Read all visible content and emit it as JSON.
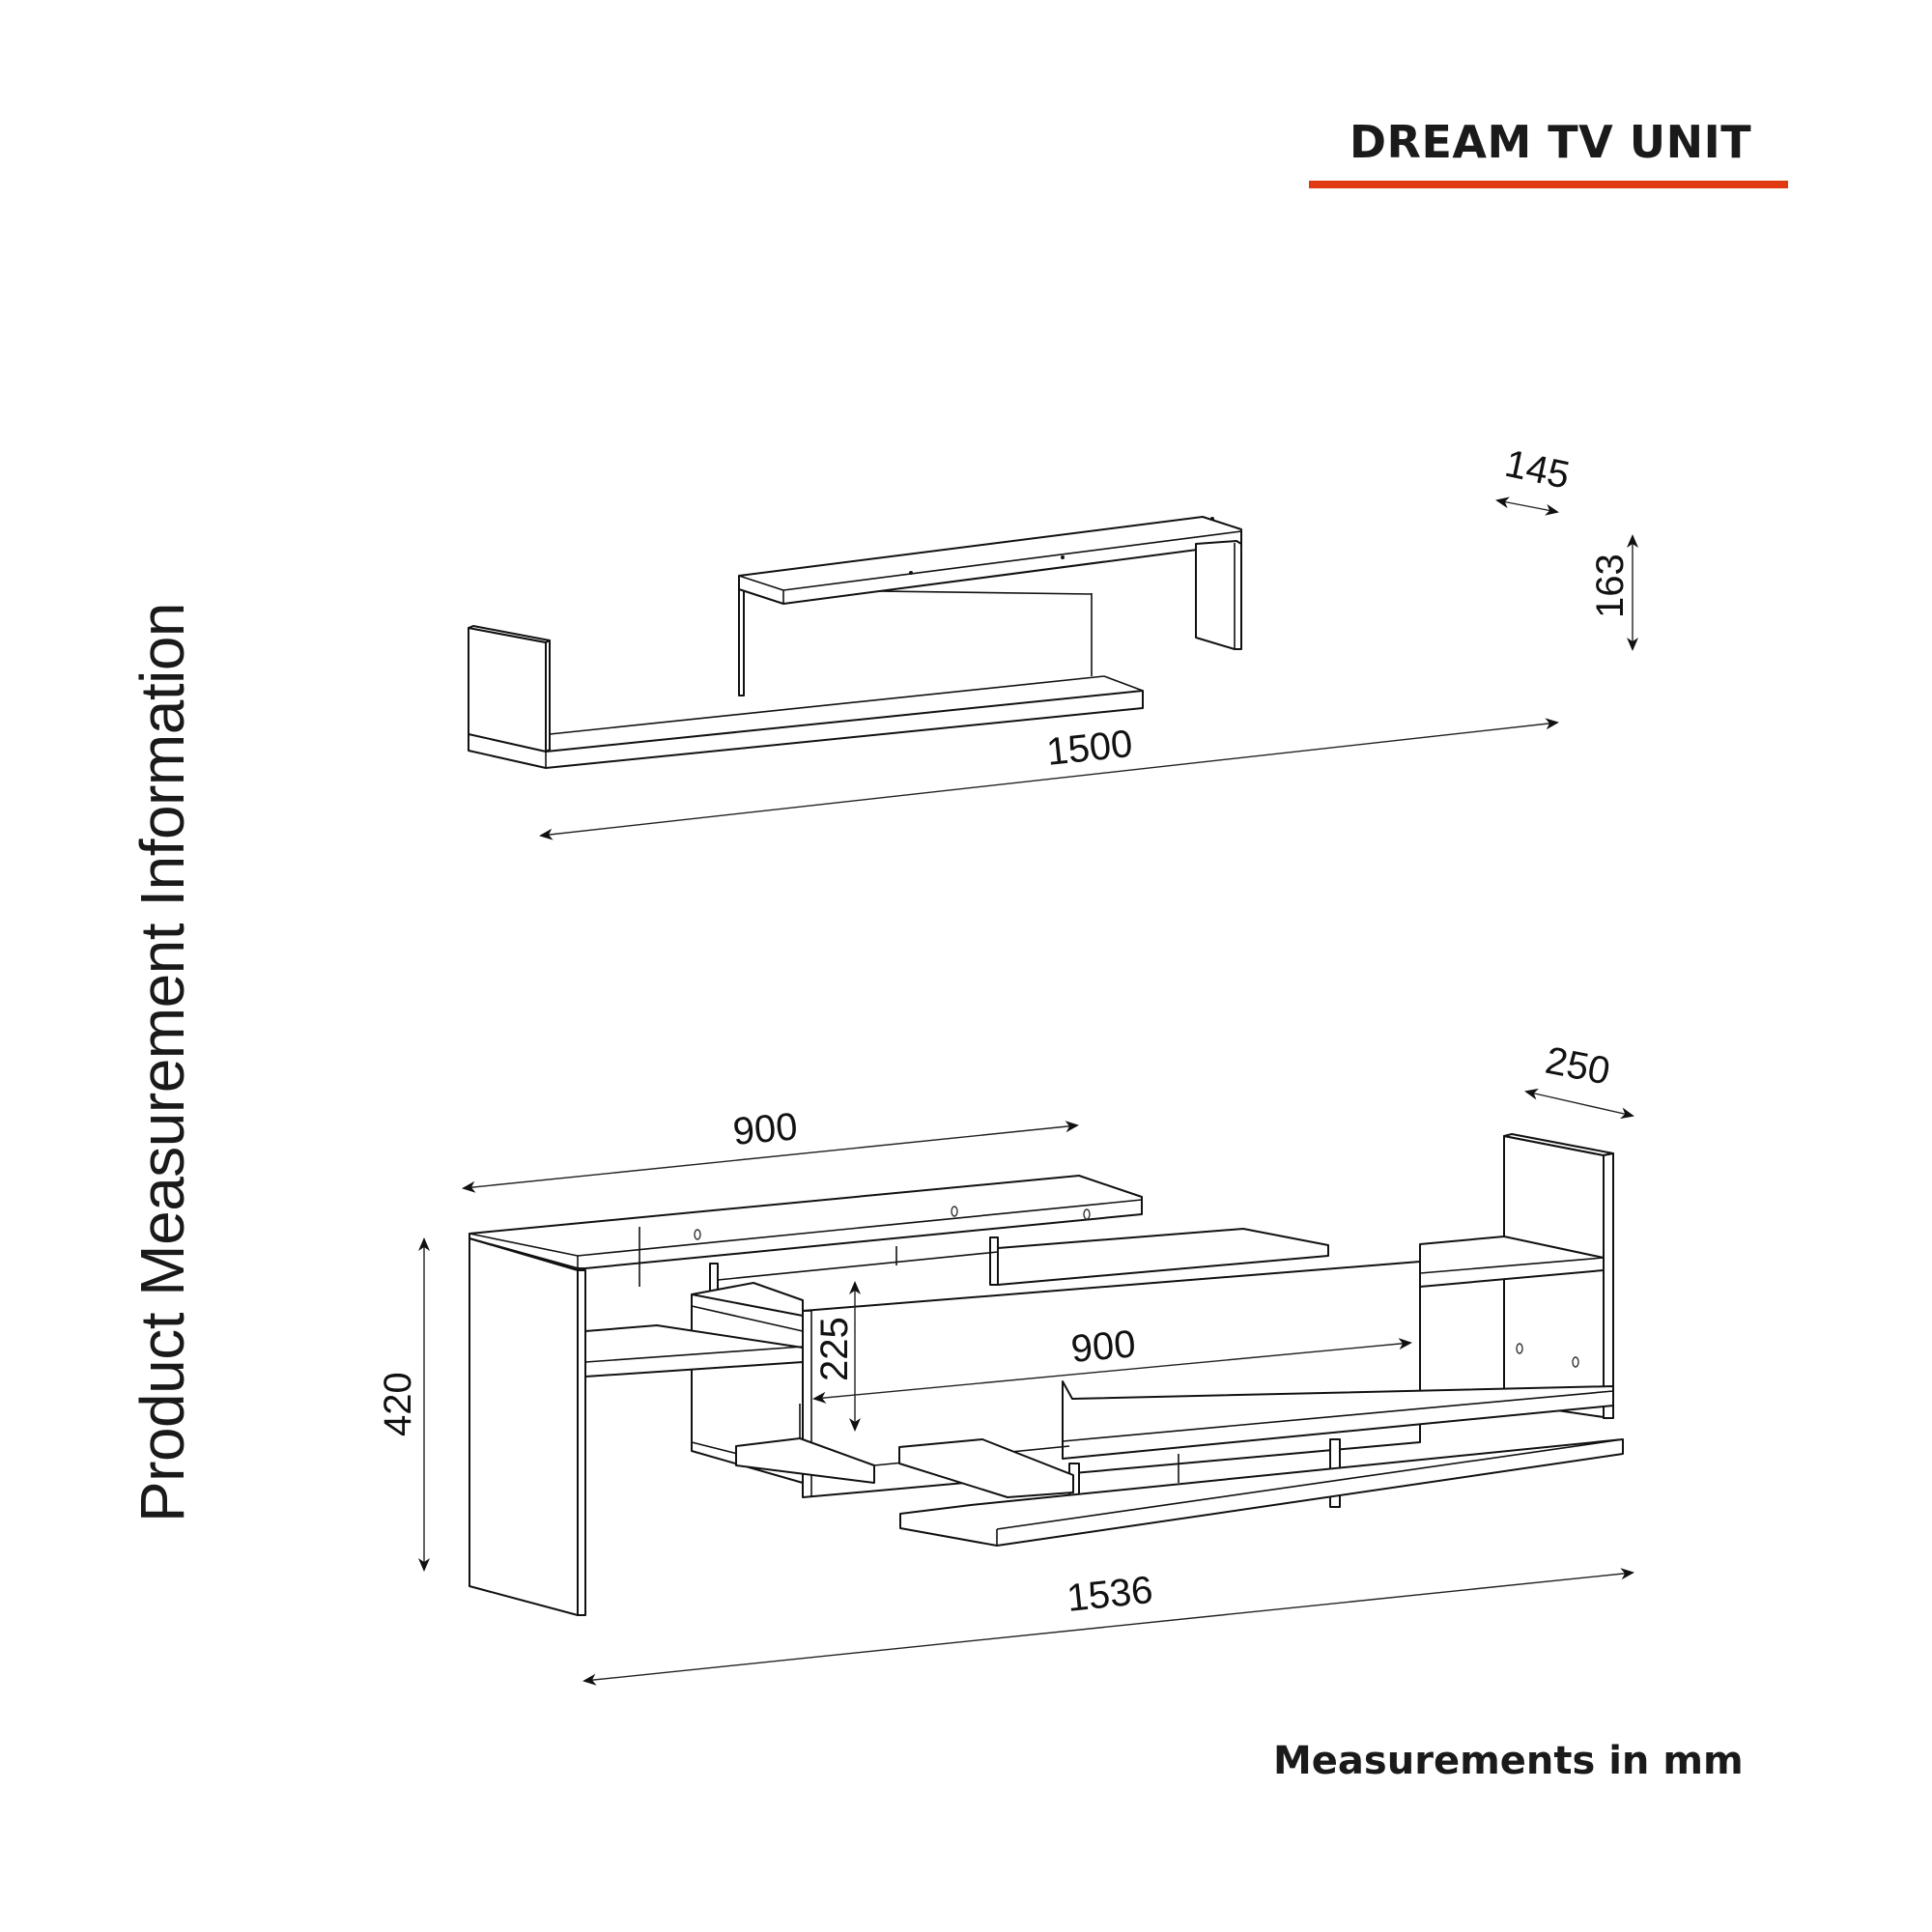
{
  "header": {
    "title": "DREAM TV UNIT",
    "accent_color": "#e03a12"
  },
  "side_label": "Product Measurement Information",
  "footer": {
    "units_note": "Measurements in mm"
  },
  "wall_shelf": {
    "dimensions": {
      "length": "1500",
      "depth": "145",
      "height": "163"
    }
  },
  "tv_unit": {
    "dimensions": {
      "top_shelf_length": "900",
      "front_panel_length": "900",
      "total_length": "1536",
      "depth": "250",
      "total_height": "420",
      "front_panel_height": "225"
    }
  }
}
